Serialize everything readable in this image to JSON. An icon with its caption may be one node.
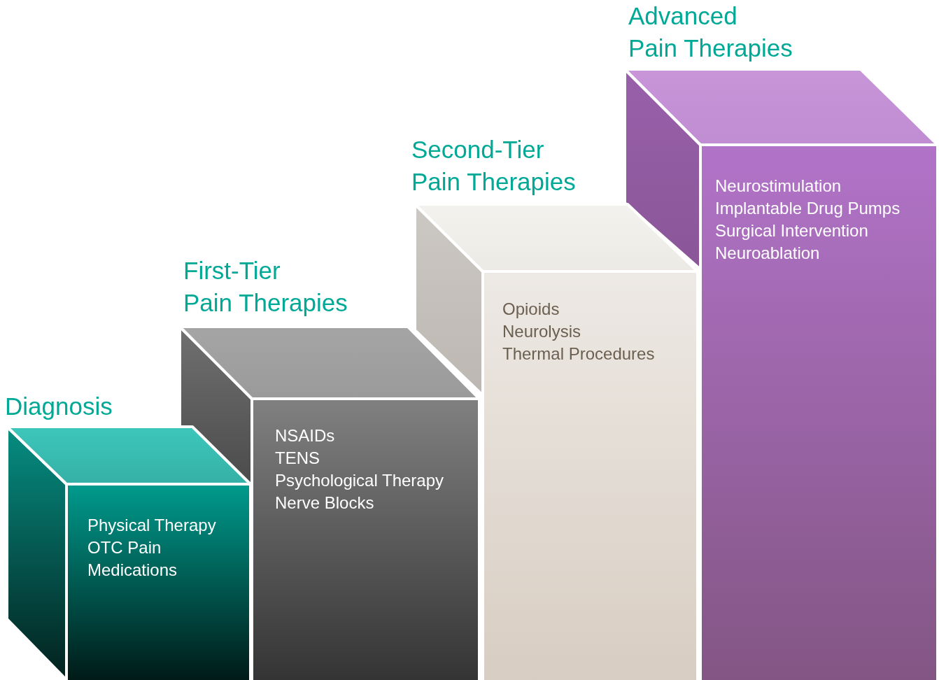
{
  "diagram": {
    "nodes": [
      {
        "text": [
          "Physical Therapy",
          "OTC Pain Medications"
        ],
        "beside": [
          "Diagnosis"
        ]
      },
      {
        "text": [
          "NSAIDs",
          "TENS",
          "Psychological Therapy",
          "Nerve Blocks"
        ],
        "beside": [
          "First-Tier Pain Therapies"
        ]
      },
      {
        "text": [
          "Opioids",
          "Neurolysis",
          "Thermal Procedures"
        ],
        "beside": [
          "Second-Tier Pain Therapies"
        ]
      },
      {
        "text": [
          "Neurostimulation",
          "Implantable Drug Pumps",
          "Surgical Intervention",
          "Neuroablation"
        ],
        "beside": [
          "Advanced Pain Therapies"
        ]
      }
    ]
  }
}
